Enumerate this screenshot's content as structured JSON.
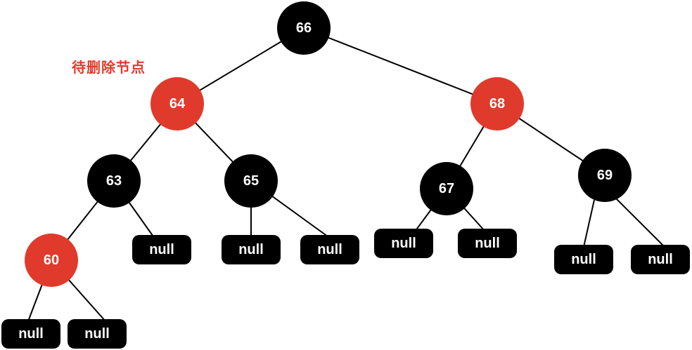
{
  "annotation": "待删除节点",
  "colors": {
    "red": "#e03a2c",
    "black": "#000000",
    "edge": "#000000"
  },
  "nodes": {
    "n66": {
      "label": "66",
      "color": "black"
    },
    "n64": {
      "label": "64",
      "color": "red"
    },
    "n68": {
      "label": "68",
      "color": "red"
    },
    "n63": {
      "label": "63",
      "color": "black"
    },
    "n65": {
      "label": "65",
      "color": "black"
    },
    "n67": {
      "label": "67",
      "color": "black"
    },
    "n69": {
      "label": "69",
      "color": "black"
    },
    "n60": {
      "label": "60",
      "color": "red"
    }
  },
  "null_label": "null"
}
